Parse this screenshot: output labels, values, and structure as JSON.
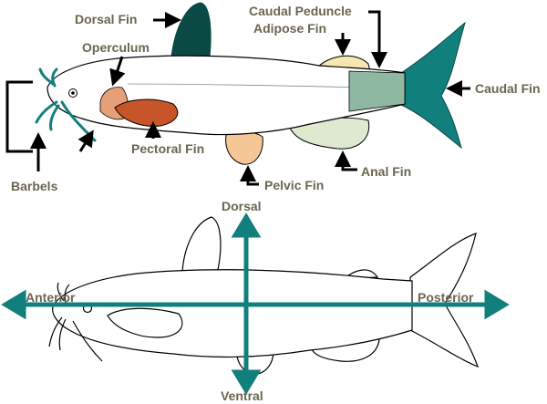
{
  "labels": {
    "dorsal_fin": "Dorsal Fin",
    "operculum": "Operculum",
    "caudal_peduncle": "Caudal Peduncle",
    "adipose_fin": "Adipose Fin",
    "caudal_fin": "Caudal Fin",
    "pectoral_fin": "Pectoral Fin",
    "pelvic_fin": "Pelvic Fin",
    "anal_fin": "Anal Fin",
    "barbels": "Barbels"
  },
  "axes": {
    "dorsal": "Dorsal",
    "ventral": "Ventral",
    "anterior": "Anterior",
    "posterior": "Posterior"
  },
  "colors": {
    "label_text": "#6b6550",
    "teal": "#11807c",
    "dark_teal": "#0b4a44",
    "operculum": "#e6a077",
    "pectoral": "#c8542a",
    "pelvic": "#f6c796",
    "anal": "#dfe9cf",
    "adipose": "#f5e6b2",
    "peduncle": "#8fb8a2"
  }
}
